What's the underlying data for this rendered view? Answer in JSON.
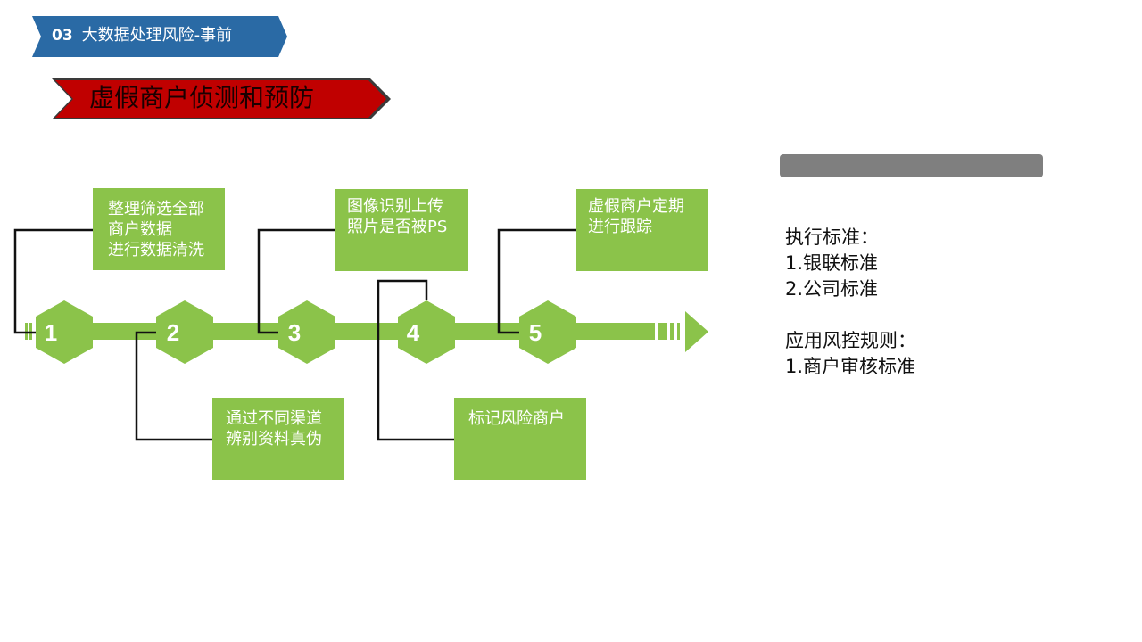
{
  "header": {
    "section_number": "03",
    "section_title": "大数据处理风险-事前",
    "topic_title": "虚假商户侦测和预防"
  },
  "steps": [
    {
      "number": "1",
      "text": [
        "整理筛选全部",
        "商户数据",
        "进行数据清洗"
      ],
      "side": "top"
    },
    {
      "number": "2",
      "text": [
        "通过不同渠道",
        "辨别资料真伪"
      ],
      "side": "bottom"
    },
    {
      "number": "3",
      "text": [
        "图像识别上传",
        "照片是否被PS"
      ],
      "side": "top"
    },
    {
      "number": "4",
      "text": [
        "标记风险商户"
      ],
      "side": "bottom"
    },
    {
      "number": "5",
      "text": [
        "虚假商户定期",
        "进行跟踪"
      ],
      "side": "top"
    }
  ],
  "side_panel": {
    "standards_title": "执行标准：",
    "standards": [
      "1.银联标准",
      "2.公司标准"
    ],
    "rules_title": "应用风控规则：",
    "rules": [
      "1.商户审核标准"
    ]
  },
  "colors": {
    "header_blue": "#2a6aa5",
    "topic_red": "#c00000",
    "step_green": "#8bc34a",
    "connector": "#111111",
    "side_bar_gray": "#7f7f7f"
  }
}
